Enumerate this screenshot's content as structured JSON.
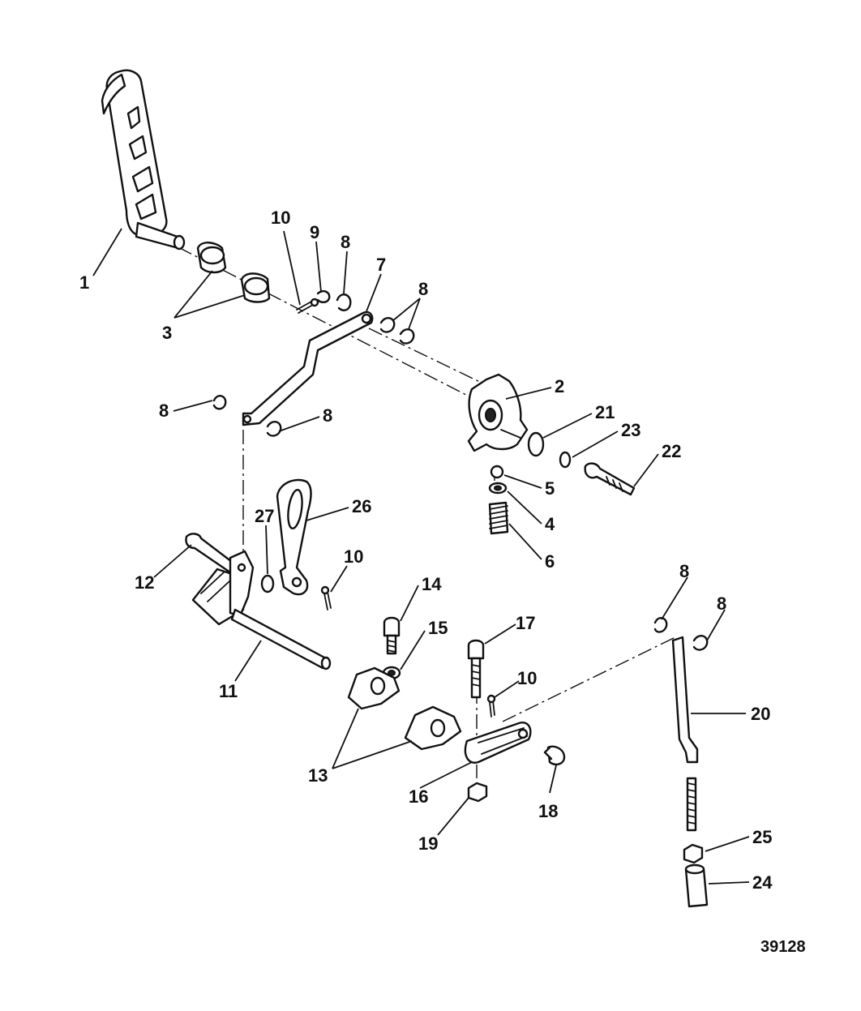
{
  "figure_code": "39128",
  "callouts": [
    "1",
    "2",
    "3",
    "4",
    "5",
    "6",
    "7",
    "8",
    "8",
    "8",
    "8",
    "8",
    "8",
    "8",
    "9",
    "10",
    "10",
    "10",
    "11",
    "12",
    "13",
    "14",
    "15",
    "16",
    "17",
    "18",
    "19",
    "20",
    "21",
    "22",
    "23",
    "24",
    "25",
    "26",
    "27"
  ]
}
